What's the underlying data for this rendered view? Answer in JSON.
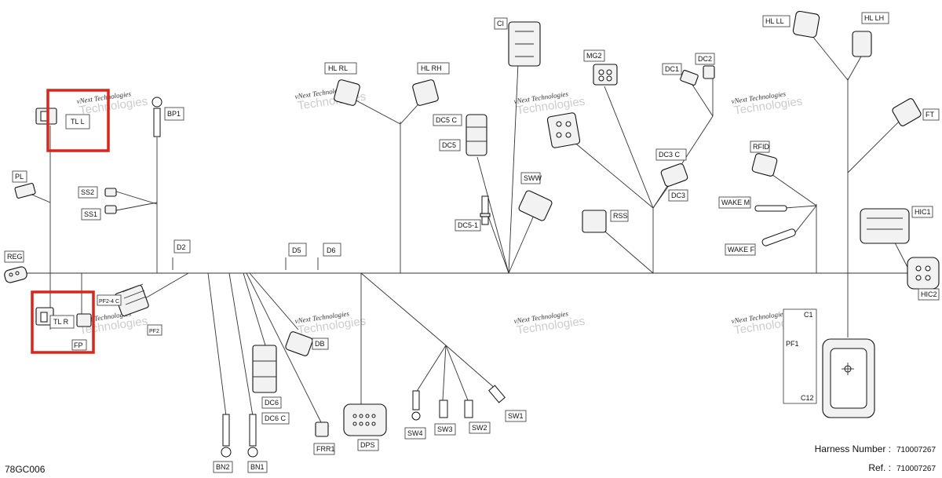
{
  "labels": {
    "TL_L": "TL L",
    "BP1": "BP1",
    "PL": "PL",
    "SS2": "SS2",
    "SS1": "SS1",
    "REG": "REG",
    "D2": "D2",
    "TL_R": "TL R",
    "FP": "FP",
    "PF2_4C": "PF2-4 C",
    "PF2": "PF2",
    "BN2": "BN2",
    "BN1": "BN1",
    "DC6": "DC6",
    "DC6C": "DC6 C",
    "FRR1": "FRR1",
    "DB": "DB",
    "D5": "D5",
    "D6": "D6",
    "HL_RL": "HL RL",
    "HL_RH": "HL RH",
    "DPS": "DPS",
    "SW4": "SW4",
    "SW3": "SW3",
    "SW2": "SW2",
    "SW1": "SW1",
    "CI": "CI",
    "DC5C": "DC5 C",
    "DC5": "DC5",
    "DC5_1": "DC5-1",
    "SWW": "SWW",
    "MG2": "MG2",
    "DC1": "DC1",
    "DC2": "DC2",
    "DC3C": "DC3 C",
    "DC3": "DC3",
    "RSS": "RSS",
    "HL_LL": "HL LL",
    "HL_LH": "HL LH",
    "FT": "FT",
    "RFID": "RFID",
    "WAKE_M": "WAKE M",
    "WAKE_F": "WAKE F",
    "HIC1": "HIC1",
    "HIC2": "HIC2",
    "C1": "C1",
    "PF1": "PF1",
    "C12": "C12"
  },
  "watermark": {
    "line1": "vNext Technologies",
    "line2": "Technologies"
  },
  "footer": {
    "code": "78GC006",
    "harness_label": "Harness Number :",
    "harness_value": "710007267",
    "ref_label": "Ref. :",
    "ref_value": "710007267"
  },
  "colors": {
    "highlight": "#d9261c",
    "line": "#333333"
  }
}
